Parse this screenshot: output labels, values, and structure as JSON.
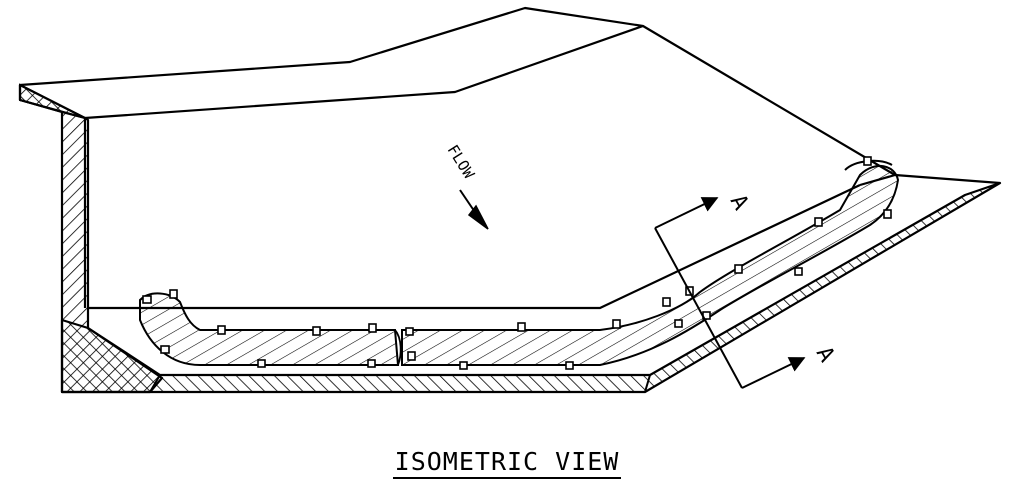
{
  "view_title": "ISOMETRIC VIEW",
  "flow_label": "FLOW",
  "section_label": "A"
}
